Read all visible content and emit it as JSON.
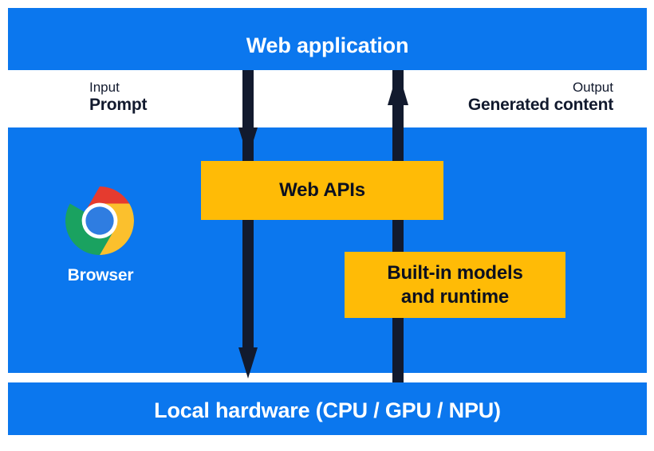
{
  "diagram": {
    "title": "Web application",
    "colors": {
      "band_blue": "#0b77ee",
      "box_yellow": "#ffbb06",
      "arrow_navy": "#121a2e",
      "text_white": "#ffffff",
      "text_dark": "#121a2e",
      "background": "#ffffff"
    }
  },
  "bands": {
    "web_application": {
      "label": "Web application"
    },
    "browser": {
      "label": "Browser"
    },
    "local_hardware": {
      "label": "Local hardware (CPU / GPU / NPU)"
    }
  },
  "flow_labels": {
    "input": {
      "kind": "Input",
      "value": "Prompt"
    },
    "output": {
      "kind": "Output",
      "value": "Generated content"
    }
  },
  "boxes": {
    "web_apis": {
      "label": "Web APIs"
    },
    "builtin_models": {
      "line1": "Built-in models",
      "line2": "and runtime"
    }
  },
  "icons": {
    "chrome": "chrome-logo-icon",
    "arrow_down": "arrow-down-icon",
    "arrow_up": "arrow-up-icon"
  }
}
